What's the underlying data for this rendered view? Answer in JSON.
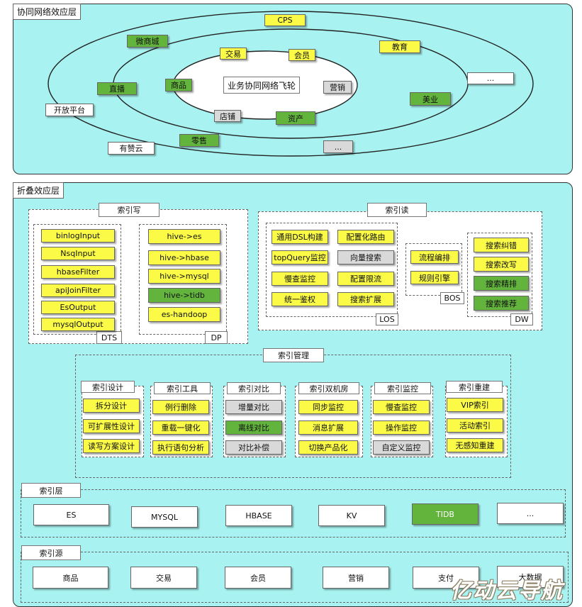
{
  "network_layer": {
    "title": "协同网络效应层",
    "center": "业务协同网络飞轮",
    "inner_items": [
      "交易",
      "会员",
      "商品",
      "营销",
      "店铺",
      "资产"
    ],
    "middle_items": [
      "微商城",
      "直播",
      "零售",
      "...",
      "美业"
    ],
    "outer_items": [
      "CPS",
      "教育",
      "...",
      "开放平台",
      "有赞云"
    ]
  },
  "fold_layer": {
    "title": "折叠效应层",
    "write": {
      "title": "索引写",
      "dts_label": "DTS",
      "dts": [
        "binlogInput",
        "NsqInput",
        "hbaseFilter",
        "apiJoinFilter",
        "EsOutput",
        "mysqlOutput"
      ],
      "dp_label": "DP",
      "dp": [
        "hive->es",
        "hive->hbase",
        "hive->mysql",
        "hive->tidb",
        "es-handoop"
      ]
    },
    "read": {
      "title": "索引读",
      "los_label": "LOS",
      "los": [
        "通用DSL构建",
        "配置化路由",
        "topQuery监控",
        "向量搜索",
        "慢查监控",
        "配置限流",
        "统一鉴权",
        "搜索扩展"
      ],
      "bos_label": "BOS",
      "bos": [
        "流程编排",
        "规则引擎"
      ],
      "dw_label": "DW",
      "dw": [
        "搜索纠错",
        "搜索改写",
        "搜索精排",
        "搜索推荐"
      ]
    },
    "manage": {
      "title": "索引管理",
      "groups": [
        {
          "title": "索引设计",
          "items": [
            "拆分设计",
            "可扩展性设计",
            "读写方案设计"
          ]
        },
        {
          "title": "索引工具",
          "items": [
            "例行删除",
            "重载一键化",
            "执行语句分析"
          ]
        },
        {
          "title": "索引对比",
          "items": [
            "增量对比",
            "离线对比",
            "对比补偿"
          ]
        },
        {
          "title": "索引双机房",
          "items": [
            "同步监控",
            "消息扩展",
            "切换产品化"
          ]
        },
        {
          "title": "索引监控",
          "items": [
            "慢查监控",
            "操作监控",
            "自定义监控"
          ]
        },
        {
          "title": "索引重建",
          "items": [
            "VIP索引",
            "活动索引",
            "无感知重建"
          ]
        }
      ]
    },
    "index_layer": {
      "title": "索引层",
      "items": [
        "ES",
        "MYSQL",
        "HBASE",
        "KV",
        "TIDB",
        "..."
      ]
    },
    "index_source": {
      "title": "索引源",
      "items": [
        "商品",
        "交易",
        "会员",
        "营销",
        "支付",
        "大数据"
      ]
    }
  },
  "watermark": "亿动云导航",
  "colors": {
    "panel": "#a8f3f1",
    "yellow": "#fbfb47",
    "green": "#62b43d",
    "gray": "#d9d9d9"
  }
}
